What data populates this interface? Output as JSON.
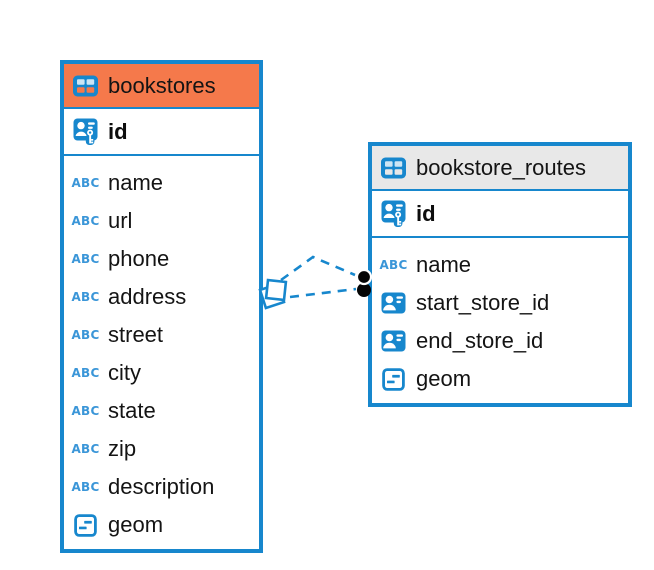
{
  "colors": {
    "accent_blue": "#1787CD",
    "selected_header_orange": "#F5794B",
    "header_gray": "#E8E8E8",
    "endpoint_dot_black": "#050505"
  },
  "tables": [
    {
      "title": "bookstores",
      "header_bg": "#F5794B",
      "selected": true,
      "header_icon": "table-icon",
      "primary_key": {
        "name": "id",
        "icon": "primary-key-icon"
      },
      "columns": [
        {
          "name": "name",
          "icon": "text-column-icon"
        },
        {
          "name": "url",
          "icon": "text-column-icon"
        },
        {
          "name": "phone",
          "icon": "text-column-icon"
        },
        {
          "name": "address",
          "icon": "text-column-icon"
        },
        {
          "name": "street",
          "icon": "text-column-icon"
        },
        {
          "name": "city",
          "icon": "text-column-icon"
        },
        {
          "name": "state",
          "icon": "text-column-icon"
        },
        {
          "name": "zip",
          "icon": "text-column-icon"
        },
        {
          "name": "description",
          "icon": "text-column-icon"
        },
        {
          "name": "geom",
          "icon": "geometry-column-icon"
        }
      ]
    },
    {
      "title": "bookstore_routes",
      "header_bg": "#E8E8E8",
      "selected": false,
      "header_icon": "table-icon",
      "primary_key": {
        "name": "id",
        "icon": "primary-key-icon"
      },
      "columns": [
        {
          "name": "name",
          "icon": "text-column-icon"
        },
        {
          "name": "start_store_id",
          "icon": "foreign-key-icon"
        },
        {
          "name": "end_store_id",
          "icon": "foreign-key-icon"
        },
        {
          "name": "geom",
          "icon": "geometry-column-icon"
        }
      ]
    }
  ],
  "relationship": {
    "from": "bookstores",
    "to": "bookstore_routes",
    "line_style": "dashed",
    "link_count": 2,
    "from_marker": "many-end-squares",
    "to_marker": "black-dots"
  }
}
